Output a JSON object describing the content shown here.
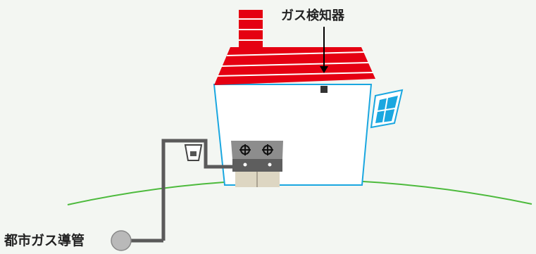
{
  "labels": {
    "gas_detector": "ガス検知器",
    "city_gas_pipe": "都市ガス導管"
  },
  "colors": {
    "background": "#f3f6f2",
    "roof": "#e50012",
    "wall_outline": "#1aa7e0",
    "ground": "#4cba3c",
    "pipe": "#5a5a5a",
    "pipe_end": "#b9b9b9"
  },
  "icons": [
    "chimney",
    "roof",
    "house-wall",
    "window-icon",
    "gas-detector-icon",
    "gas-stove-icon",
    "gas-meter-icon",
    "gas-pipe",
    "pipe-end-icon",
    "arrow-icon"
  ]
}
